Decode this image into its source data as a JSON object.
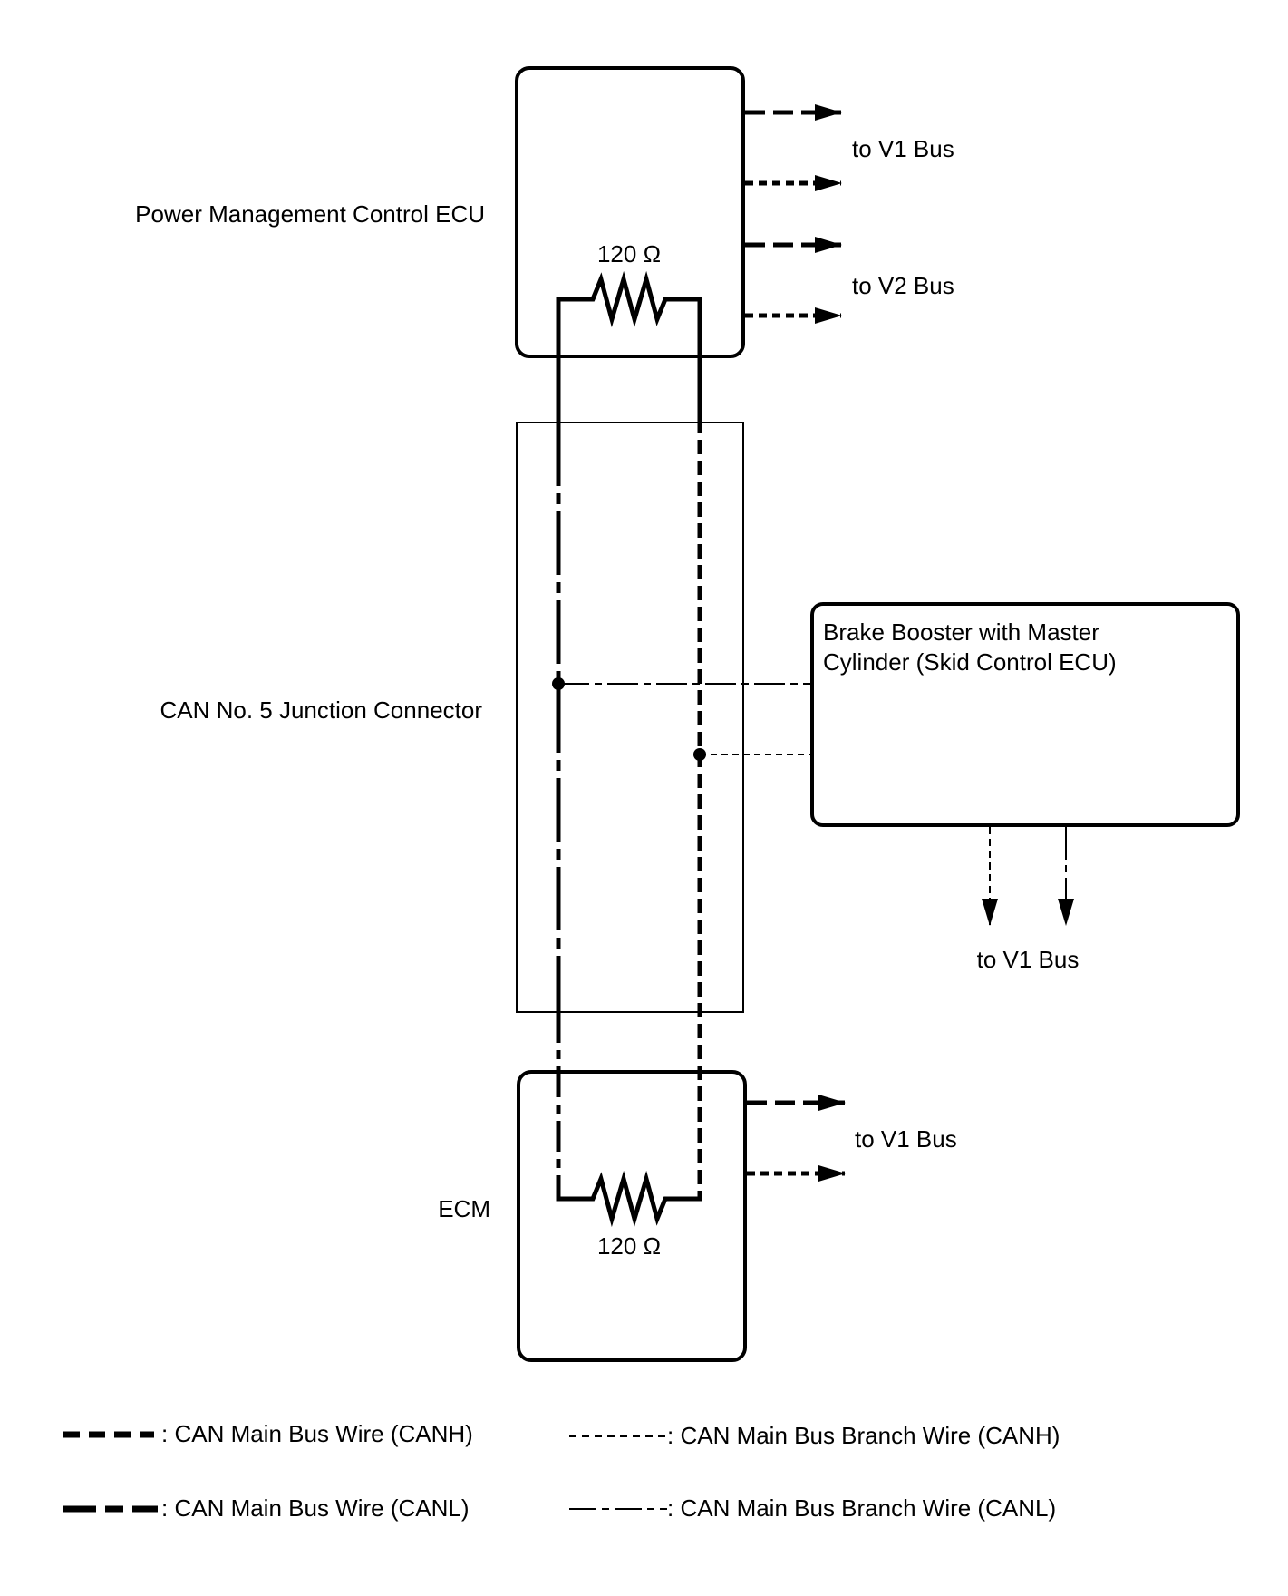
{
  "components": {
    "power_ecu": {
      "label": "Power Management Control ECU",
      "resistor": "120 Ω"
    },
    "junction": {
      "label": "CAN No. 5 Junction Connector"
    },
    "brake": {
      "label_line1": "Brake Booster with Master",
      "label_line2": "Cylinder (Skid Control ECU)"
    },
    "ecm": {
      "label": "ECM",
      "resistor": "120 Ω"
    }
  },
  "bus_labels": {
    "power_v1": "to V1 Bus",
    "power_v2": "to V2 Bus",
    "brake_v1": "to V1 Bus",
    "ecm_v1": "to V1 Bus"
  },
  "legend": {
    "main_canh": ": CAN Main Bus Wire (CANH)",
    "main_canl": ": CAN Main Bus Wire (CANL)",
    "branch_canh": ": CAN Main Bus Branch Wire (CANH)",
    "branch_canl": ": CAN Main Bus Branch Wire (CANL)"
  },
  "colors": {
    "line": "#000000",
    "background": "#ffffff"
  }
}
